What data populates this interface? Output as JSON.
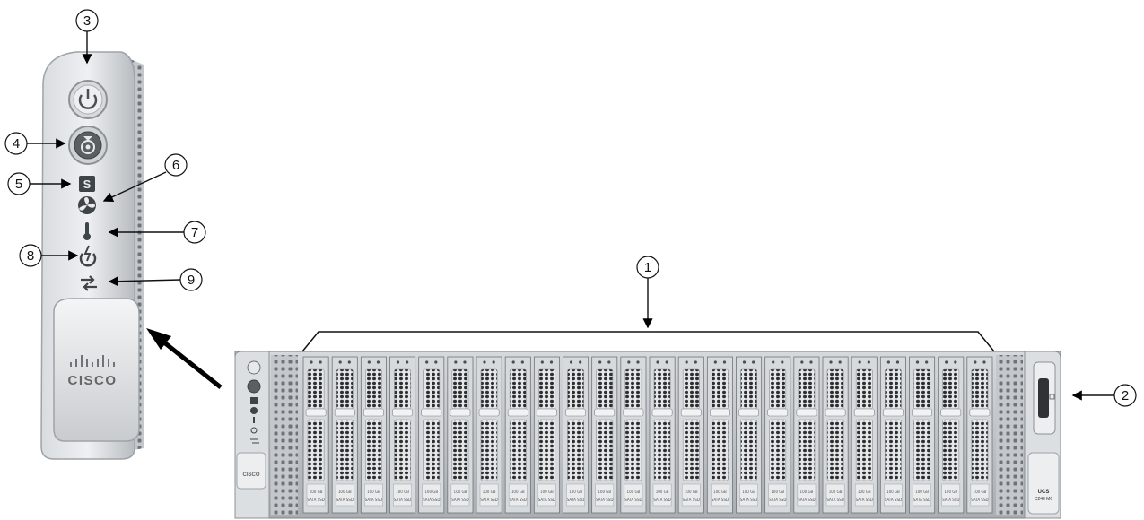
{
  "callouts": [
    {
      "number": "1",
      "target": "drive bays"
    },
    {
      "number": "2",
      "target": "pull tab"
    },
    {
      "number": "3",
      "target": "power button"
    },
    {
      "number": "4",
      "target": "unit identification button"
    },
    {
      "number": "5",
      "target": "system status LED"
    },
    {
      "number": "6",
      "target": "fan status LED"
    },
    {
      "number": "7",
      "target": "temperature status LED"
    },
    {
      "number": "8",
      "target": "power supply status LED"
    },
    {
      "number": "9",
      "target": "network link activity LED"
    }
  ],
  "ear_logo_text": "CISCO",
  "server_logo_text": "CISCO",
  "model_tag": {
    "line1": "UCS",
    "line2": "C240 M6"
  },
  "drive_label": {
    "line1": "100 GB",
    "line2": "SATA SSD"
  },
  "drive_bay_count": 24,
  "colors": {
    "chassis": "#c9cdd1",
    "bezel": "#b9bec3",
    "handle": "#e8eaec",
    "outline": "#555a5f",
    "arrow": "#000000"
  },
  "icons": [
    "power-icon",
    "id-icon",
    "system-status-icon",
    "fan-icon",
    "temperature-icon",
    "power-supply-icon",
    "network-link-icon"
  ]
}
